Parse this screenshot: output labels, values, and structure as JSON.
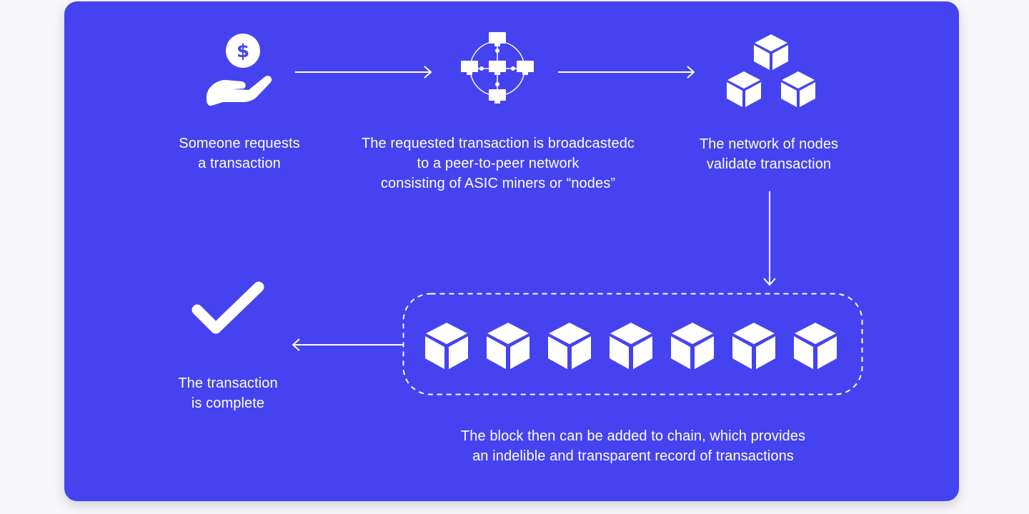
{
  "colors": {
    "background": "#4543f0",
    "foreground": "#ffffff",
    "page": "#f7f7f9"
  },
  "steps": [
    {
      "icon": "dollar-hand-icon",
      "lines": [
        "Someone requests",
        "a transaction"
      ]
    },
    {
      "icon": "peer-network-icon",
      "lines": [
        "The requested transaction is broadcastedc",
        "to a peer-to-peer network",
        "consisting of ASIC miners or “nodes”"
      ]
    },
    {
      "icon": "node-cubes-icon",
      "lines": [
        "The network of nodes",
        "validate transaction"
      ]
    },
    {
      "icon": "block-chain-icon",
      "lines": [
        "The block then can be added to chain, which provides",
        "an indelible and transparent record of transactions"
      ]
    },
    {
      "icon": "checkmark-icon",
      "lines": [
        "The transaction",
        "is complete"
      ]
    }
  ],
  "chain_block_count": 7
}
